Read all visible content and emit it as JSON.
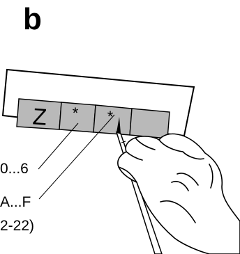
{
  "panel_label": "b",
  "display": {
    "cells": [
      "Z",
      "*",
      "*",
      ""
    ],
    "cell_fill": "#b9b9b9",
    "card_fill": "#ffffff",
    "stroke": "#000000"
  },
  "callouts": [
    {
      "text": "0...6"
    },
    {
      "text": "A...F"
    },
    {
      "text": "2-22)"
    }
  ],
  "icons": {
    "hand": "hand-holding-stylus-icon"
  }
}
